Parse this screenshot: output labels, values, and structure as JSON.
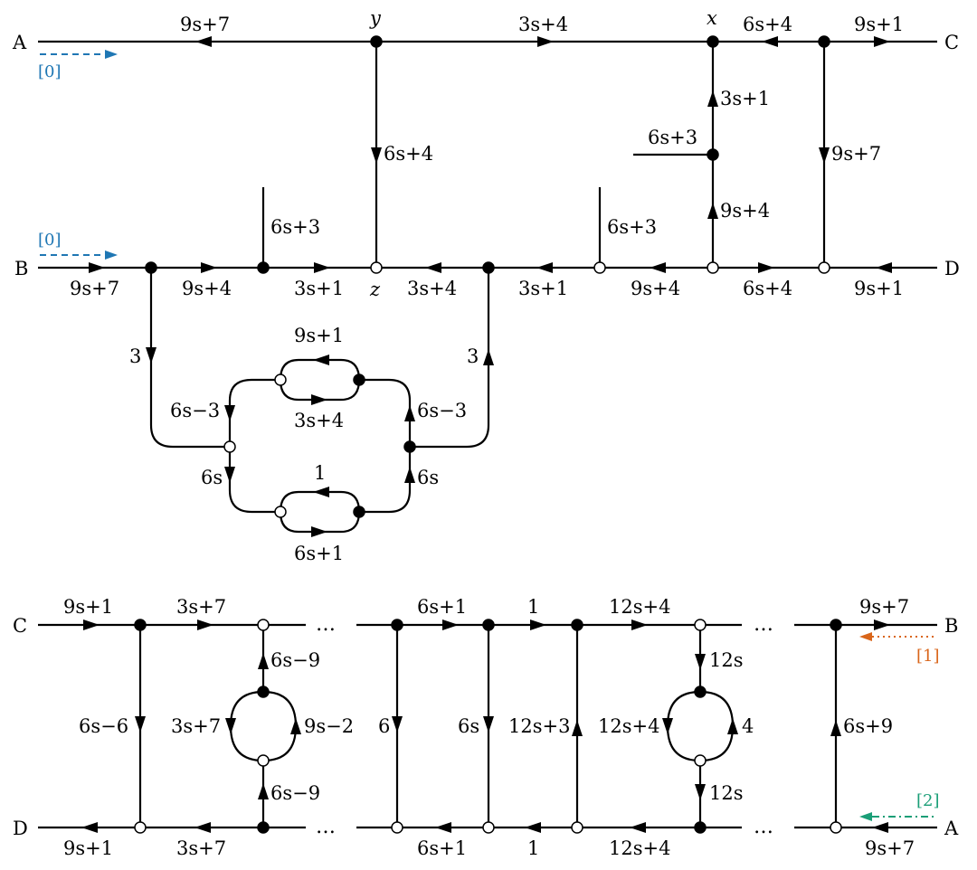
{
  "colors": {
    "line": "#000000",
    "marker_blue": "#1f77b4",
    "marker_orange": "#d9651a",
    "marker_green": "#1a9e77"
  },
  "ports": {
    "top_left_a": "A",
    "top_left_b": "B",
    "top_right_c": "C",
    "top_right_d": "D",
    "bottom_left_c": "C",
    "bottom_left_d": "D",
    "bottom_right_b": "B",
    "bottom_right_a": "A"
  },
  "vertex_names": {
    "y": "y",
    "x": "x",
    "z": "z"
  },
  "markers": {
    "a_top": "[0]",
    "b_top": "[0]",
    "b_bottom": "[1]",
    "a_bottom": "[2]"
  },
  "ellipsis": "…",
  "top_labels": {
    "a_y": "9s+7",
    "y_x": "3s+4",
    "x_n": "6s+4",
    "n_c": "9s+1",
    "y_z": "6s+4",
    "x_vert": "3s+1",
    "side_in": "6s+3",
    "x_low": "9s+4",
    "n_dvert": "9s+7",
    "b_in": "9s+7",
    "b1_b2": "9s+4",
    "b2_z": "3s+1",
    "z_b3": "3s+4",
    "b3_w1": "3s+1",
    "w1_w2": "9s+4",
    "w2_w3": "6s+4",
    "w3_d": "9s+1",
    "stub_b2": "6s+3",
    "stub_w1": "6s+3",
    "b1_down": "3",
    "b3_up": "3",
    "upper_left": "6s−3",
    "upper_right": "6s−3",
    "lower_left": "6s",
    "lower_right": "6s",
    "top_loop_upper": "9s+1",
    "top_loop_lower": "3s+4",
    "bot_loop_upper": "1",
    "bot_loop_lower": "6s+1"
  },
  "bottom_labels": {
    "c_in": "9s+1",
    "c1_c2": "3s+7",
    "c2_l": "6s−9",
    "d_l": "6s−9",
    "loop_left": "3s+7",
    "loop_right": "9s−2",
    "col1": "6s−6",
    "d_out": "9s+1",
    "d1_d2": "3s+7",
    "mid_top1": "6s+1",
    "mid_top2": "1",
    "mid_top3": "12s+4",
    "col_a": "6",
    "col_b": "6s",
    "col_c": "12s+3",
    "mid_bot1": "6s+1",
    "mid_bot2": "1",
    "mid_bot3": "12s+4",
    "r_top": "12s",
    "r_bot": "12s",
    "r_left": "12s+4",
    "r_right": "4",
    "b_out": "9s+7",
    "a_in": "9s+7",
    "col_end": "6s+9"
  }
}
